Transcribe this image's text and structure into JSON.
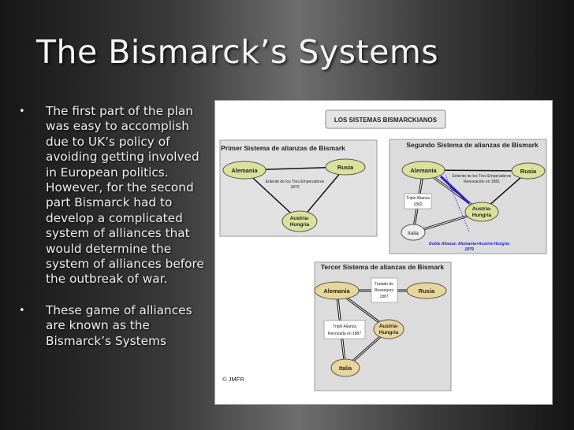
{
  "slide": {
    "title": "The Bismarck’s Systems",
    "bullets": [
      {
        "marker": "•",
        "text": "The first part of the plan was easy to accomplish due to UK’s policy of avoiding getting involved in European politics. However, for the second part Bismarck had to develop a complicated system of alliances that would determine the system of alliances before the outbreak of war."
      },
      {
        "marker": "•",
        "text": "These game of alliances are known as the Bismarck’s Systems"
      }
    ]
  },
  "diagram": {
    "title": "LOS SISTEMAS BISMARCKIANOS",
    "first_system": {
      "title": "Primer Sistema de alianzas de Bismark",
      "nodes": {
        "alemania": "Alemania",
        "rusia": "Rusia",
        "austria_1": "Austria-",
        "austria_2": "Hungria"
      },
      "entente_1": "Entente de los Tres Emperadores",
      "entente_2": "1873"
    },
    "second_system": {
      "title": "Segundo Sistema de alianzas de Bismark",
      "nodes": {
        "alemania": "Alemania",
        "rusia": "Rusia",
        "austria_1": "Austria-",
        "austria_2": "Hungria",
        "italia": "Italia"
      },
      "renewal_1": "Entente de los Tres Emperadores",
      "renewal_2": "Renovación en 1881",
      "triple_1": "Triple Alianza",
      "triple_2": "1882",
      "dual_1": "Doble Alianza: Alemania+Austria-Hungria",
      "dual_2": "1879"
    },
    "third_system": {
      "title": "Tercer Sistema de alianzas de Bismark",
      "nodes": {
        "alemania": "Alemania",
        "rusia": "Rusia",
        "austria_1": "Austria-",
        "austria_2": "Hungria",
        "italia": "Italia"
      },
      "reinsurance_1": "Tratado de",
      "reinsurance_2": "Reaseguro",
      "reinsurance_3": "1887",
      "triple_1": "Triple Alianza",
      "triple_2": "Renovada en 1887"
    },
    "credit": "© JMFR"
  }
}
